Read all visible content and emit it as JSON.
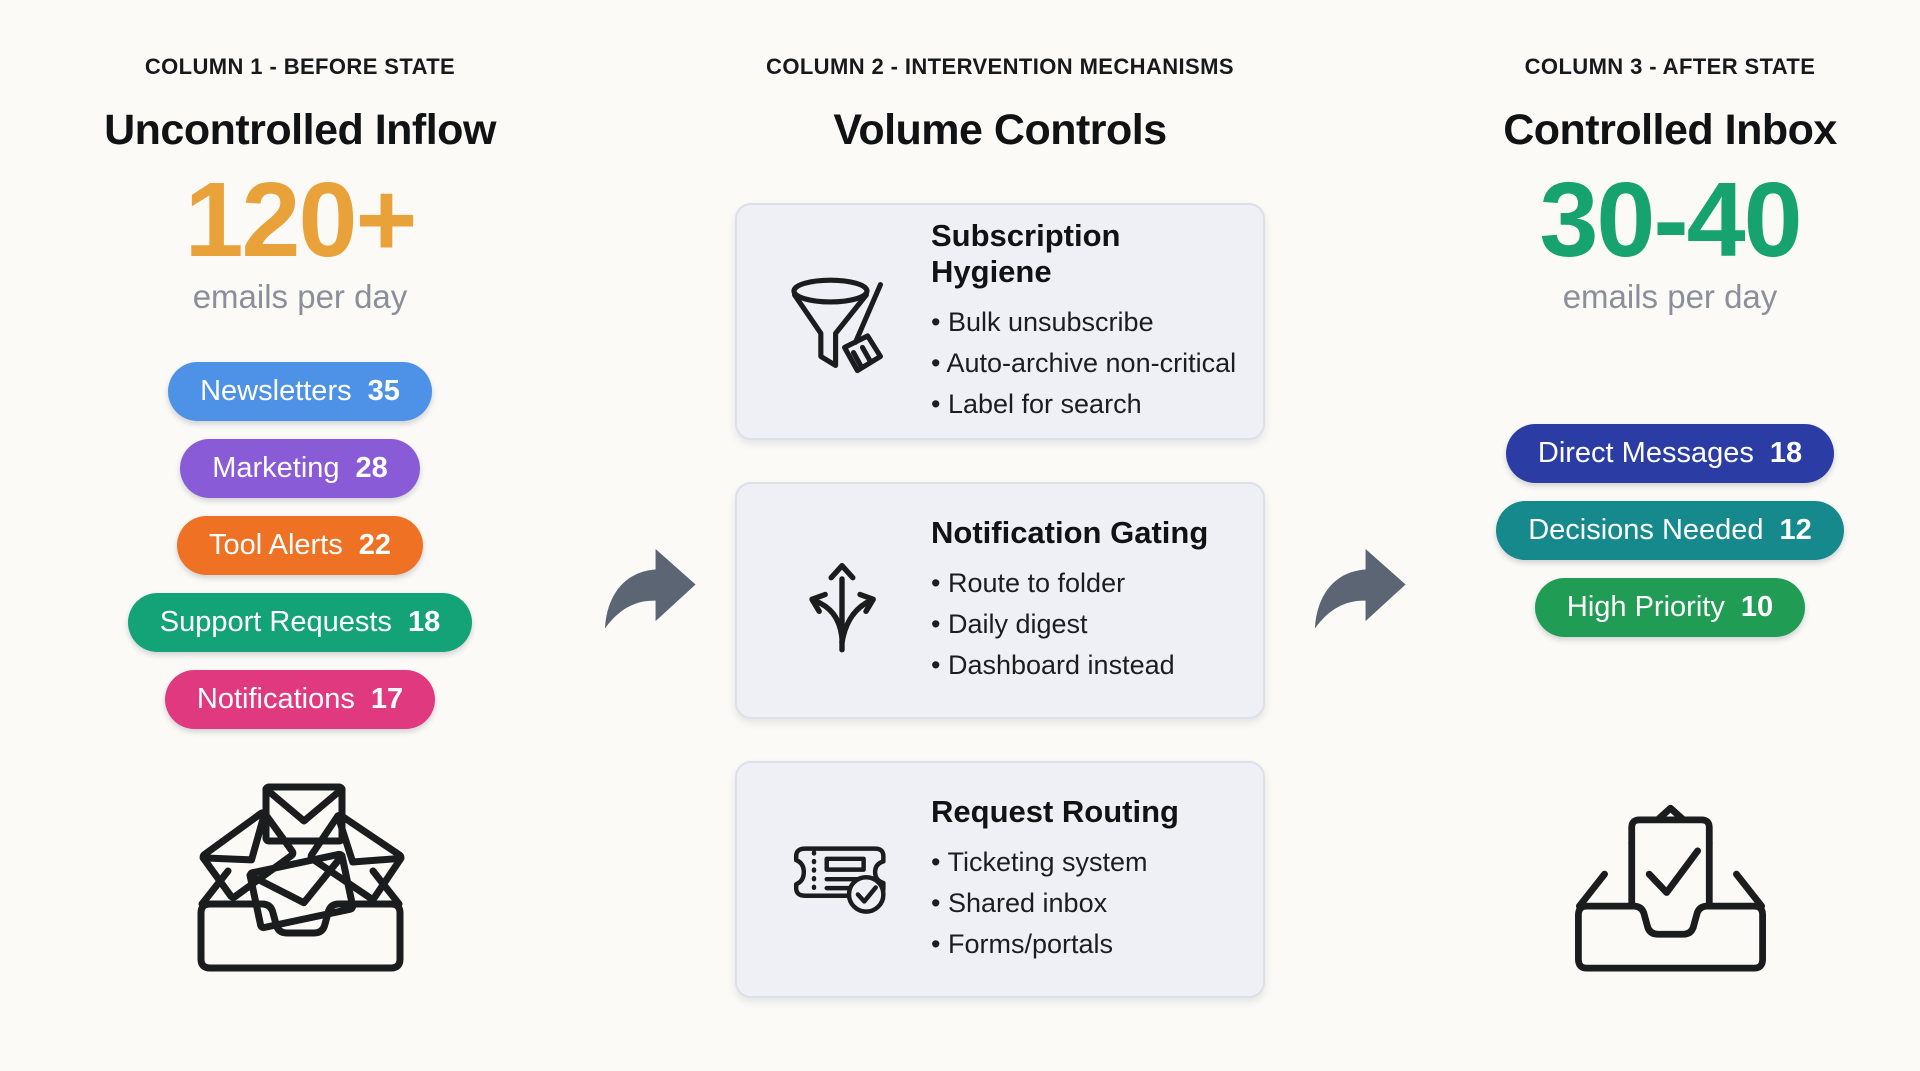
{
  "arrow_color": "#5B6573",
  "columns": [
    {
      "kicker": "COLUMN 1 - BEFORE STATE",
      "title": "Uncontrolled Inflow",
      "metric": {
        "value": "120+",
        "caption": "emails per day",
        "color": "#E9A23A"
      },
      "pills": [
        {
          "label": "Newsletters",
          "count": "35",
          "color": "#4D92E6"
        },
        {
          "label": "Marketing",
          "count": "28",
          "color": "#8A5BD6"
        },
        {
          "label": "Tool Alerts",
          "count": "22",
          "color": "#EE7124"
        },
        {
          "label": "Support Requests",
          "count": "18",
          "color": "#14A376"
        },
        {
          "label": "Notifications",
          "count": "17",
          "color": "#E1397F"
        }
      ],
      "icon": "overflowing-inbox-icon"
    },
    {
      "kicker": "COLUMN 2 - INTERVENTION MECHANISMS",
      "title": "Volume Controls",
      "cards": [
        {
          "title": "Subscription Hygiene",
          "icon": "funnel-broom-icon",
          "bullets": [
            "Bulk unsubscribe",
            "Auto-archive non-critical",
            "Label for search"
          ]
        },
        {
          "title": "Notification Gating",
          "icon": "branch-arrows-icon",
          "bullets": [
            "Route to folder",
            "Daily digest",
            "Dashboard instead"
          ]
        },
        {
          "title": "Request Routing",
          "icon": "ticket-check-icon",
          "bullets": [
            "Ticketing system",
            "Shared inbox",
            "Forms/portals"
          ]
        }
      ]
    },
    {
      "kicker": "COLUMN 3 - AFTER STATE",
      "title": "Controlled Inbox",
      "metric": {
        "value": "30-40",
        "caption": "emails per day",
        "color": "#17A36F"
      },
      "pills": [
        {
          "label": "Direct Messages",
          "count": "18",
          "color": "#2B3DA4"
        },
        {
          "label": "Decisions Needed",
          "count": "12",
          "color": "#16898D"
        },
        {
          "label": "High Priority",
          "count": "10",
          "color": "#219C55"
        }
      ],
      "icon": "inbox-check-icon"
    }
  ]
}
